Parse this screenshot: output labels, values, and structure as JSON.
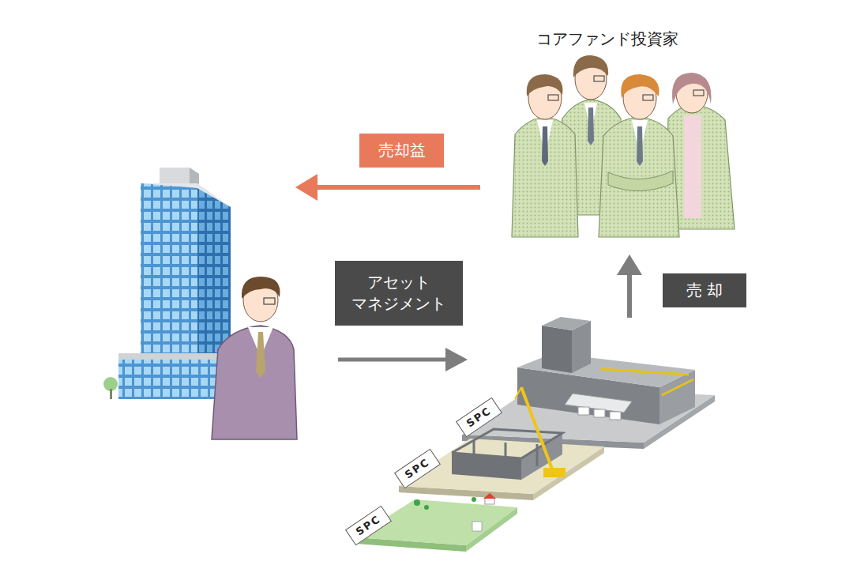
{
  "diagram": {
    "nodes": [
      {
        "text": [
          "売却益"
        ]
      },
      {
        "text": [
          "アセット マネジメント"
        ]
      },
      {
        "text": [
          "売 却"
        ]
      },
      {
        "text": [
          "SPC"
        ]
      },
      {
        "text": [
          "SPC"
        ]
      },
      {
        "text": [
          "SPC"
        ]
      }
    ],
    "labels": [
      "コアファンド投資家"
    ]
  }
}
